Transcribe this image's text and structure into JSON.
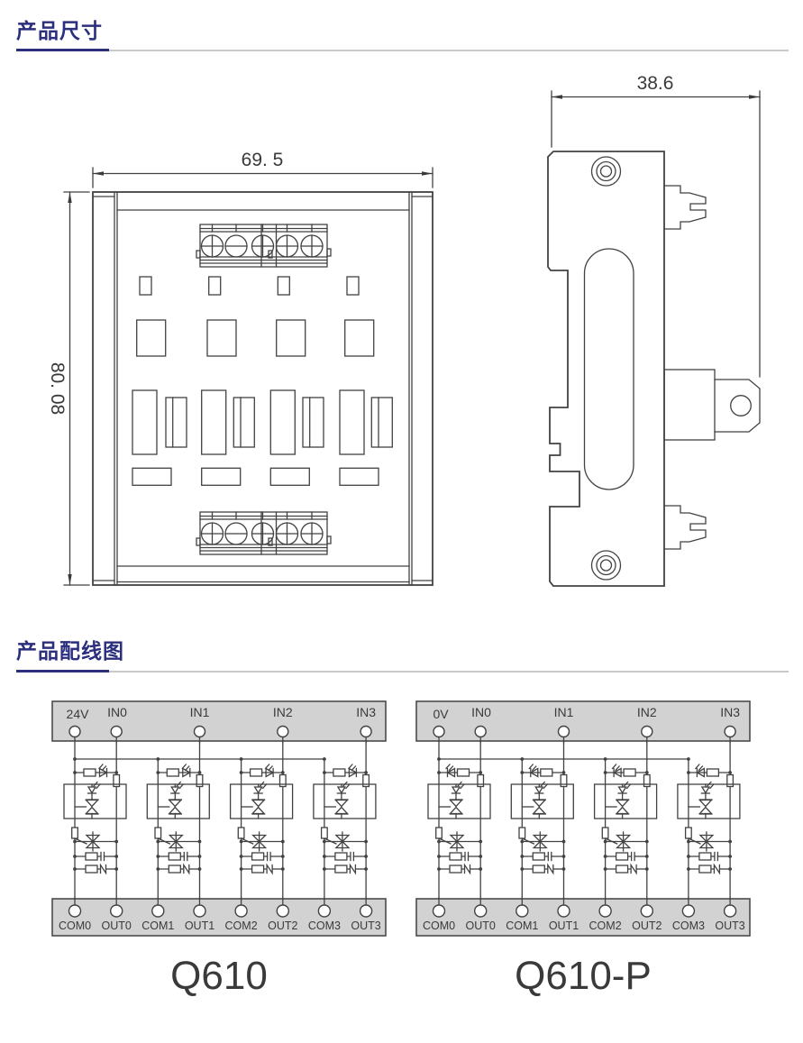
{
  "sections": [
    {
      "id": "dimensions",
      "title": "产品尺寸"
    },
    {
      "id": "wiring",
      "title": "产品配线图"
    }
  ],
  "dimensions": {
    "front_width_label": "69. 5",
    "front_height_label": "80. 08",
    "side_depth_label": "38.6"
  },
  "wiring": {
    "diagrams": [
      {
        "model": "Q610",
        "top": [
          "24V",
          "IN0",
          "IN1",
          "IN2",
          "IN3"
        ],
        "bottom": [
          "COM0",
          "OUT0",
          "COM1",
          "OUT1",
          "COM2",
          "OUT2",
          "COM3",
          "OUT3"
        ]
      },
      {
        "model": "Q610-P",
        "top": [
          "0V",
          "IN0",
          "IN1",
          "IN2",
          "IN3"
        ],
        "bottom": [
          "COM0",
          "OUT0",
          "COM1",
          "OUT1",
          "COM2",
          "OUT2",
          "COM3",
          "OUT3"
        ]
      }
    ]
  },
  "colors": {
    "accent": "#2b2f7e",
    "line": "#424242",
    "bar_fill": "#d2d2d2",
    "rule_gray": "#c9c9c9",
    "text": "#3a3a3a"
  }
}
